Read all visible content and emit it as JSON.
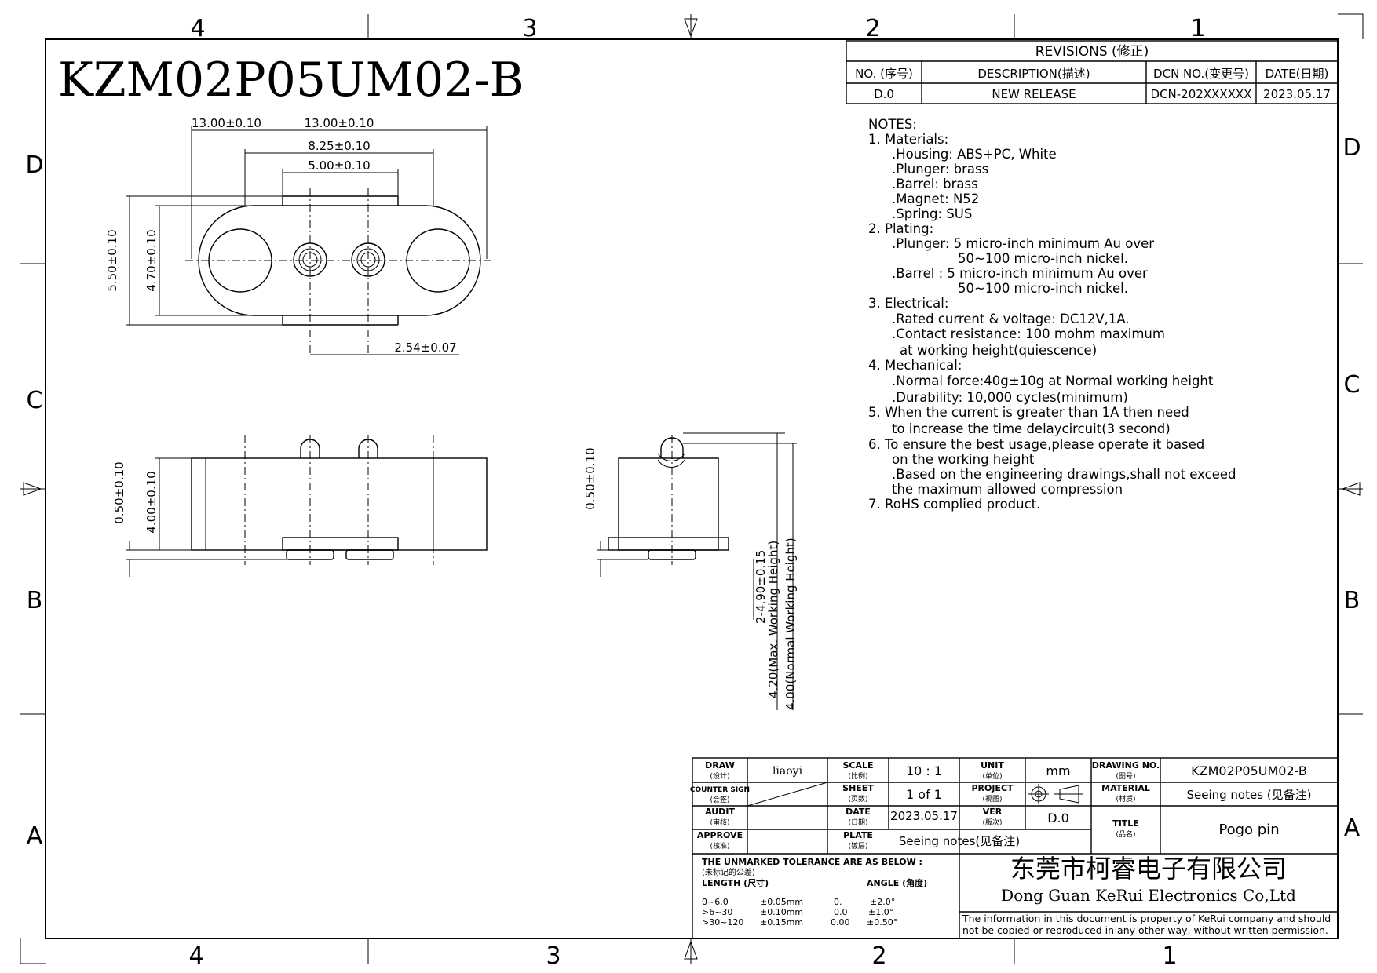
{
  "part_number": "KZM02P05UM02-B",
  "grid": {
    "columns": [
      "4",
      "3",
      "2",
      "1"
    ],
    "rows": [
      "D",
      "C",
      "B",
      "A"
    ]
  },
  "revisions": {
    "title": "REVISIONS (修正)",
    "headers": {
      "no": "NO. (序号)",
      "description": "DESCRIPTION(描述)",
      "dcn": "DCN NO.(变更号)",
      "date": "DATE(日期)"
    },
    "rows": [
      {
        "no": "D.0",
        "description": "NEW RELEASE",
        "dcn": "DCN-202XXXXXX",
        "date": "2023.05.17"
      }
    ]
  },
  "notes": [
    "NOTES:",
    "1. Materials:",
    ".Housing:  ABS+PC, White",
    ".Plunger:  brass",
    ".Barrel:  brass",
    ".Magnet:  N52",
    ".Spring:  SUS",
    "2. Plating:",
    ".Plunger:  5 micro-inch minimum Au over",
    "50~100 micro-inch nickel.",
    ".Barrel :  5 micro-inch minimum Au over",
    "50~100 micro-inch nickel.",
    "3. Electrical:",
    ".Rated current & voltage: DC12V,1A.",
    ".Contact resistance: 100 mohm maximum",
    "at working height(quiescence)",
    "4. Mechanical:",
    ".Normal force:40g±10g at Normal working height",
    ".Durability: 10,000 cycles(minimum)",
    "5. When the current is greater than 1A then need",
    "to increase the time delaycircuit(3 second)",
    "6. To ensure the best usage,please operate it based",
    "on the working height",
    ".Based on the engineering drawings,shall not exceed",
    "the maximum allowed compression",
    "7. RoHS  complied product."
  ],
  "dimensions": {
    "d1": "13.00±0.10",
    "d2": "8.25±0.10",
    "d3": "5.00±0.10",
    "d4": "5.50±0.10",
    "d5": "4.70±0.10",
    "d6": "2.54±0.07",
    "d7": "0.50±0.10",
    "d8": "4.00±0.10",
    "d9": "0.50±0.10",
    "d10": "2-4.90±0.15",
    "d11": "4.20(Max. Working Height)",
    "d12": "4.00(Normal Working Height)"
  },
  "title_block": {
    "draw_label": "DRAW",
    "draw_label_cn": "(设计)",
    "draw_value": "liaoyi",
    "scale_label": "SCALE",
    "scale_label_cn": "(比例)",
    "scale_value": "10 : 1",
    "unit_label": "UNIT",
    "unit_label_cn": "(单位)",
    "unit_value": "mm",
    "drawing_no_label": "DRAWING NO.",
    "drawing_no_label_cn": "(图号)",
    "drawing_no_value": "KZM02P05UM02-B",
    "counter_sign_label": "COUNTER SIGN",
    "counter_sign_label_cn": "(会签)",
    "sheet_label": "SHEET",
    "sheet_label_cn": "(页数)",
    "sheet_value": "1 of 1",
    "project_label": "PROJECT",
    "project_label_cn": "(视图)",
    "material_label": "MATERIAL",
    "material_label_cn": "(材质)",
    "material_value": "Seeing notes (见备注)",
    "audit_label": "AUDIT",
    "audit_label_cn": "(审核)",
    "date_label": "DATE",
    "date_label_cn": "(日期)",
    "date_value": "2023.05.17",
    "ver_label": "VER",
    "ver_label_cn": "(版次)",
    "ver_value": "D.0",
    "title_label": "TITLE",
    "title_label_cn": "(品名)",
    "title_value": "Pogo pin",
    "approve_label": "APPROVE",
    "approve_label_cn": "(核准)",
    "plate_label": "PLATE",
    "plate_label_cn": "(镀层)",
    "plate_value": "Seeing notes(见备注)",
    "tolerance_title": "THE UNMARKED TOLERANCE ARE AS BELOW :",
    "tolerance_title_cn": "(未标记的公差)",
    "length_label": "LENGTH (尺寸)",
    "angle_label": "ANGLE (角度)",
    "tolerance_rows": [
      {
        "range": "0~6.0",
        "tol": "±0.05mm",
        "angle_precision": "0.",
        "angle_tol": "±2.0°"
      },
      {
        "range": ">6~30",
        "tol": "±0.10mm",
        "angle_precision": "0.0",
        "angle_tol": "±1.0°"
      },
      {
        "range": ">30~120",
        "tol": "±0.15mm",
        "angle_precision": "0.00",
        "angle_tol": "±0.50°"
      }
    ],
    "company_cn": "东莞市柯睿电子有限公司",
    "company_en": "Dong Guan KeRui Electronics Co,Ltd",
    "disclaimer_line1": "The information in this document is property of KeRui company and should",
    "disclaimer_line2": "not be copied or reproduced in any other way, without written permission."
  }
}
